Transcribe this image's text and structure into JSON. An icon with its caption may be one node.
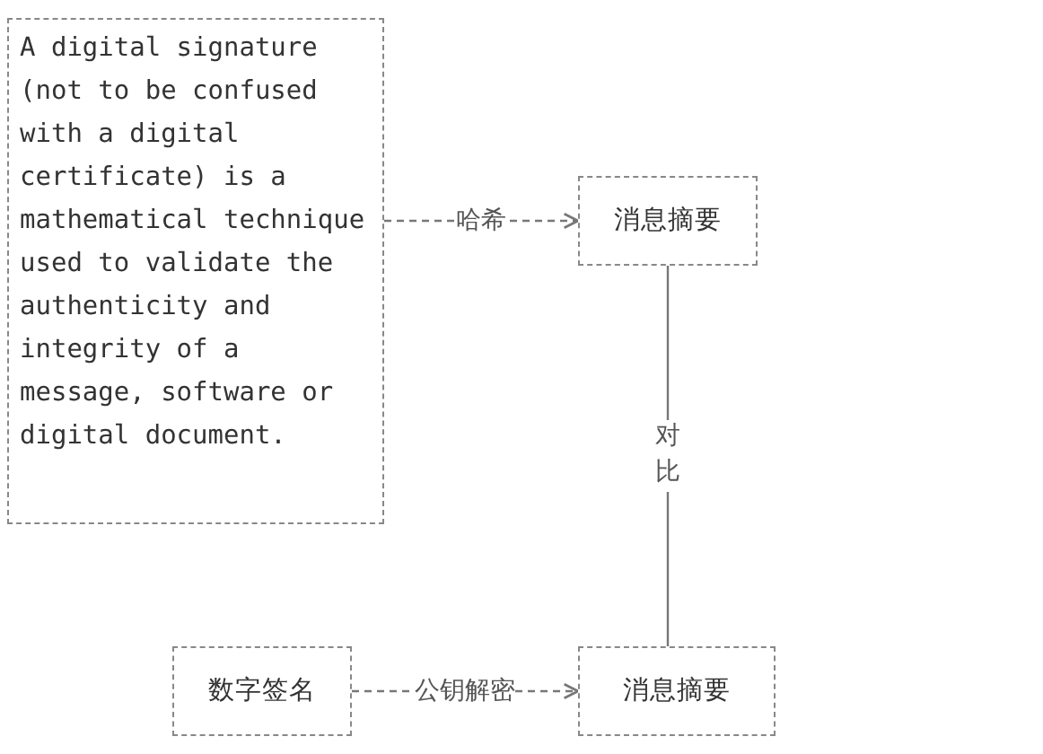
{
  "diagram": {
    "nodes": [
      {
        "text": [
          "A digital signature (not to be confused with a digital certificate) is a mathematical technique used to validate the authenticity and integrity of a message, software or digital document."
        ]
      },
      {
        "text": [
          "消息摘要"
        ]
      },
      {
        "text": [
          "数字签名"
        ]
      },
      {
        "text": [
          "消息摘要"
        ]
      }
    ],
    "edges": [
      {
        "from": 0,
        "to": 1,
        "arrow": "to",
        "label": "哈希",
        "style": "dashed"
      },
      {
        "from": 1,
        "to": 3,
        "arrow": "none",
        "label": "对比"
      },
      {
        "from": 2,
        "to": 3,
        "arrow": "to",
        "label": "公钥解密",
        "style": "dashed"
      }
    ]
  }
}
